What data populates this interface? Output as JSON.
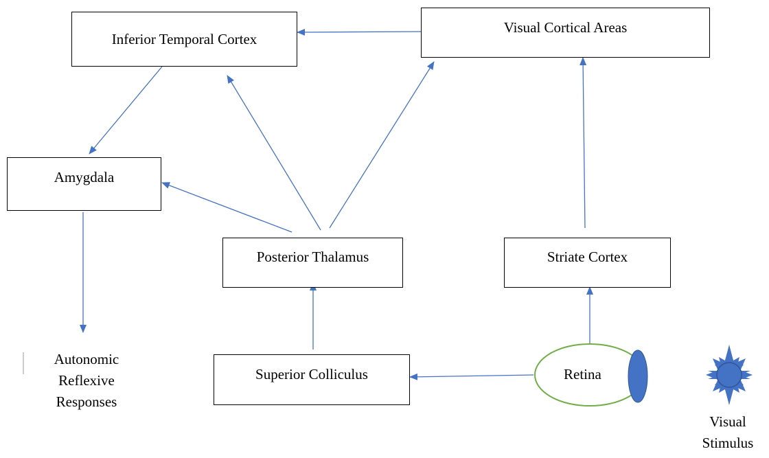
{
  "nodes": {
    "inferior_temporal": "Inferior Temporal Cortex",
    "visual_cortical": "Visual Cortical Areas",
    "amygdala": "Amygdala",
    "posterior_thalamus": "Posterior Thalamus",
    "striate_cortex": "Striate Cortex",
    "superior_colliculus": "Superior Colliculus",
    "retina": "Retina"
  },
  "responses": {
    "line1": "Autonomic",
    "line2": "Reflexive",
    "line3": "Responses"
  },
  "stimulus": {
    "line1": "Visual",
    "line2": "Stimulus"
  },
  "colors": {
    "arrow": "#4472c4",
    "retina_outline": "#70ad47",
    "retina_lens": "#4472c4",
    "stimulus_fill": "#4472c4",
    "box_border": "#000000"
  },
  "edges": [
    "Visual Cortical Areas -> Inferior Temporal Cortex",
    "Inferior Temporal Cortex -> Amygdala",
    "Posterior Thalamus -> Inferior Temporal Cortex",
    "Posterior Thalamus -> Visual Cortical Areas",
    "Posterior Thalamus -> Amygdala",
    "Striate Cortex -> Visual Cortical Areas",
    "Amygdala -> Autonomic Reflexive Responses",
    "Superior Colliculus -> Posterior Thalamus",
    "Retina -> Striate Cortex",
    "Retina -> Superior Colliculus"
  ]
}
